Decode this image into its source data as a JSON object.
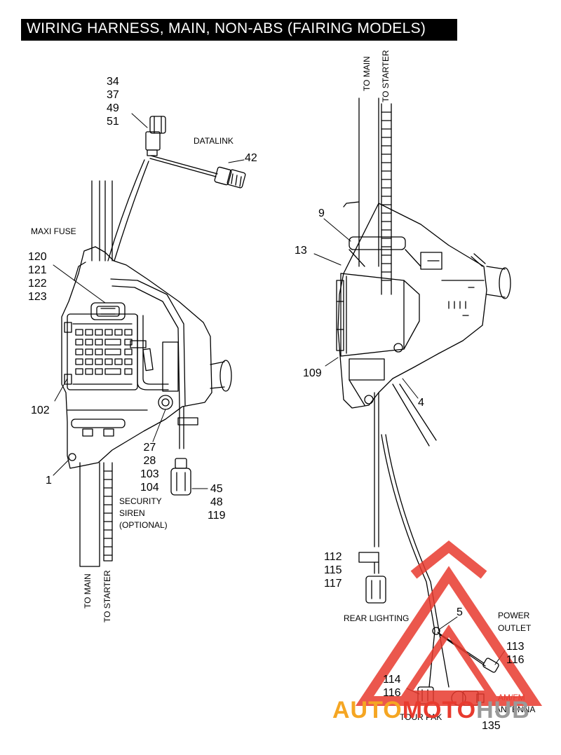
{
  "title": "WIRING HARNESS, MAIN, NON-ABS (FAIRING MODELS)",
  "labels": {
    "connector_top": "34\n37\n49\n51",
    "datalink": "DATALINK",
    "datalink_ref": "42",
    "maxi_fuse": "MAXI FUSE",
    "fuse_refs": "120\n121\n122\n123",
    "ref_102": "102",
    "ref_1": "1",
    "refs_27": "27\n28\n103\n104",
    "refs_45": "45\n48\n119",
    "security_siren": "SECURITY\nSIREN\n(OPTIONAL)",
    "to_main_left": "TO MAIN",
    "to_starter_left": "TO STARTER",
    "to_main_right": "TO MAIN",
    "to_starter_right": "TO STARTER",
    "ref_9": "9",
    "ref_13": "13",
    "ref_109": "109",
    "ref_4": "4",
    "refs_112": "112\n115\n117",
    "rear_lighting": "REAR LIGHTING",
    "ref_5": "5",
    "power_outlet": "POWER\nOUTLET",
    "refs_113": "113\n116",
    "refs_114": "114\n116",
    "am_fm": "AM/FM",
    "antenna": "ANTENNA",
    "tour_pak": "TOUR PAK",
    "ref_135": "135"
  },
  "watermark": {
    "text_auto": "AUTO",
    "text_moto": "MOTO",
    "text_hub": "HUB",
    "color_red": "#e83a2e",
    "color_orange": "#f5a623",
    "color_gray": "#9a9a9a"
  }
}
